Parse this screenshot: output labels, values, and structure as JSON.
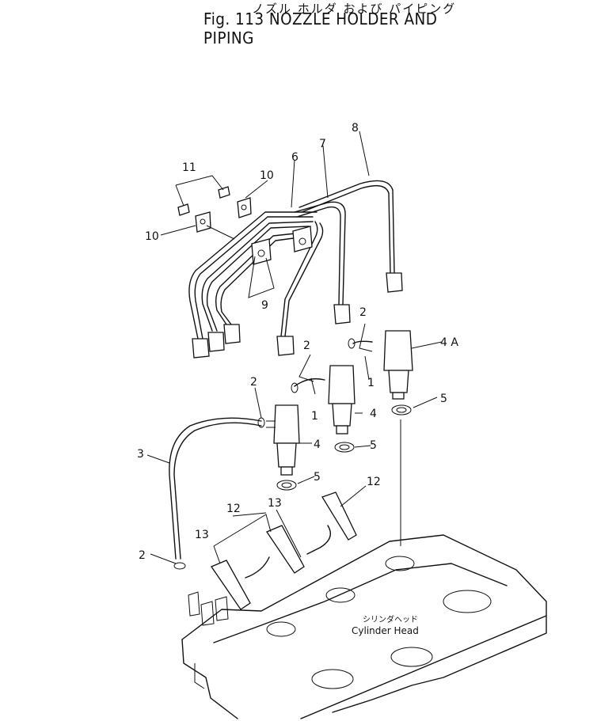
{
  "header": {
    "title_ja": "ノズル ホルダ および パイピング",
    "title_en": "Fig. 113 NOZZLE HOLDER AND PIPING"
  },
  "callouts": {
    "c1a": "1",
    "c1b": "1",
    "c2a": "2",
    "c2b": "2",
    "c2c": "2",
    "c2d": "2",
    "c3": "3",
    "c4a": "4",
    "c4b": "4",
    "c4A": "4 A",
    "c5a": "5",
    "c5b": "5",
    "c5c": "5",
    "c6": "6",
    "c7": "7",
    "c8": "8",
    "c9": "9",
    "c10a": "10",
    "c10b": "10",
    "c11": "11",
    "c12a": "12",
    "c12b": "12",
    "c13a": "13",
    "c13b": "13"
  },
  "cylinder_head": {
    "label_ja": "シリンダヘッド",
    "label_en": "Cylinder Head"
  }
}
